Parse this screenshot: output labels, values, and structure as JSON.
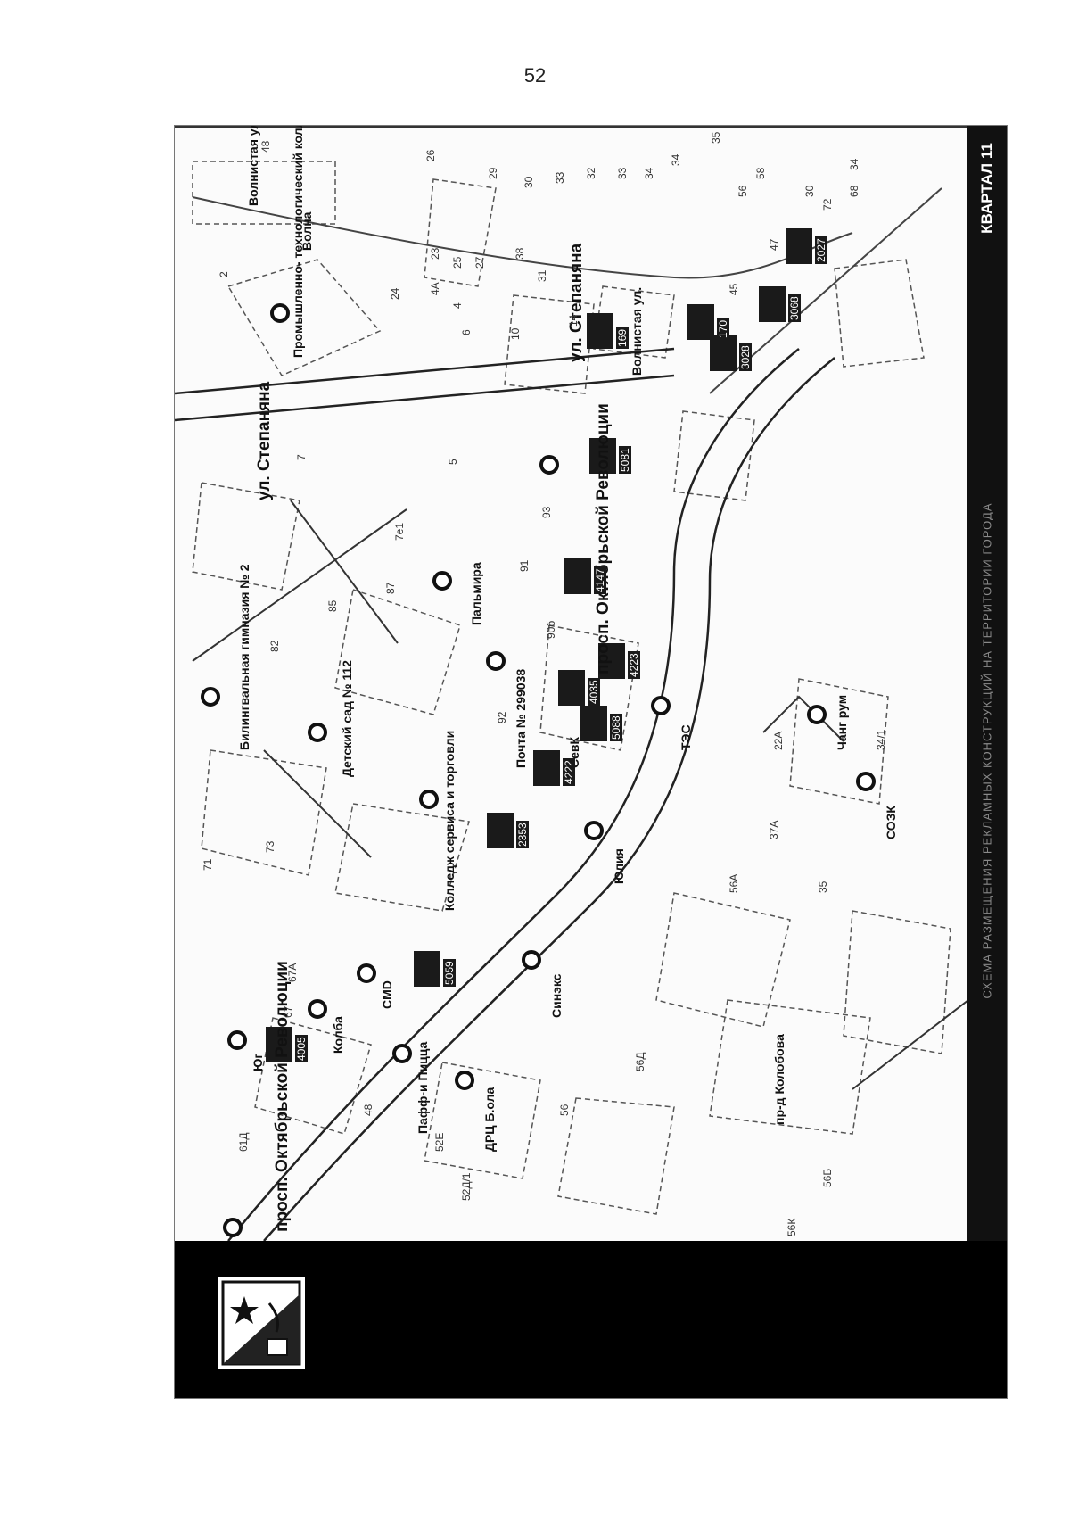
{
  "page": {
    "number": "52"
  },
  "header": {
    "quarter": "КВАРТАЛ 11",
    "faint_caption": "СХЕМА РАЗМЕЩЕНИЯ РЕКЛАМНЫХ КОНСТРУКЦИЙ НА ТЕРРИТОРИИ ГОРОДА"
  },
  "streets": {
    "oktyabrskoy_lower": "просп. Октябрьской Революции",
    "oktyabrskoy_upper": "просп. Октябрьской Революции",
    "stepanyana_left": "ул. Степаняна",
    "stepanyana_right": "ул. Степаняна",
    "volnistaya_top": "Волнистая ул.",
    "volnistaya_mid": "Волнистая ул.",
    "kolobova": "пр-д Колобова"
  },
  "places": {
    "college_tech": "Промышленно- технологический колледж",
    "gymnasium": "Билингвальная гимназия № 2",
    "kindergarten": "Детский сад № 112",
    "college_service": "Колледж сервиса и торговли",
    "post": "Почта № 299038",
    "palmira": "Пальмира",
    "sevk": "СевК",
    "tes": "ТЭС",
    "yulia": "Юлия",
    "sinex": "Синэкс",
    "chang": "Чанг рум",
    "soz": "СОЗК",
    "yug": "Юг",
    "kolba": "Колба",
    "cmd": "CMD",
    "paffi": "Пафф-и Пицца",
    "drc": "ДРЦ Б.ола",
    "volna": "Волна"
  },
  "ad_markers": [
    "4005",
    "5059",
    "2353",
    "4222",
    "5088",
    "4035",
    "4223",
    "4147",
    "5081",
    "169",
    "170",
    "3028",
    "3068",
    "2027"
  ],
  "numbers": [
    "48",
    "2",
    "26",
    "29",
    "30",
    "33",
    "32",
    "33",
    "34",
    "34",
    "35",
    "56",
    "58",
    "30",
    "72",
    "68",
    "34",
    "23",
    "25",
    "27",
    "38",
    "31",
    "4A",
    "4",
    "6",
    "10",
    "14",
    "24",
    "45",
    "47",
    "7",
    "5",
    "93",
    "91",
    "82",
    "85",
    "87",
    "7e1",
    "92",
    "90б",
    "73",
    "71",
    "67A",
    "67",
    "48",
    "61Д",
    "52Е",
    "52Д/1",
    "56",
    "56Д",
    "56А",
    "37А",
    "22А",
    "34/1",
    "35",
    "56Б",
    "56К"
  ],
  "colors": {
    "marker": "#1a1a1a",
    "band": "#000000"
  }
}
